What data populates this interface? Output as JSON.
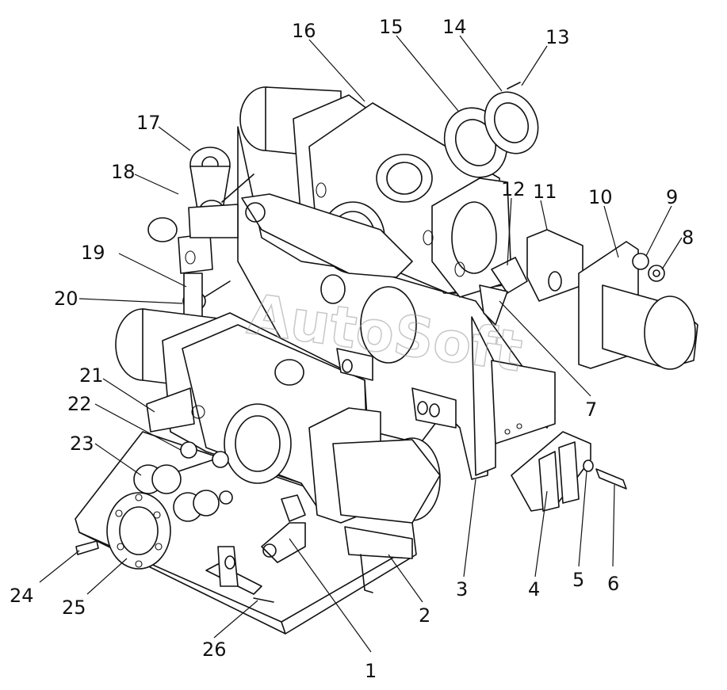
{
  "watermark": "AutoSoft",
  "callouts": [
    {
      "id": "c1",
      "label": "1"
    },
    {
      "id": "c2",
      "label": "2"
    },
    {
      "id": "c3",
      "label": "3"
    },
    {
      "id": "c4",
      "label": "4"
    },
    {
      "id": "c5",
      "label": "5"
    },
    {
      "id": "c6",
      "label": "6"
    },
    {
      "id": "c7",
      "label": "7"
    },
    {
      "id": "c8",
      "label": "8"
    },
    {
      "id": "c9",
      "label": "9"
    },
    {
      "id": "c10",
      "label": "10"
    },
    {
      "id": "c11",
      "label": "11"
    },
    {
      "id": "c12",
      "label": "12"
    },
    {
      "id": "c13",
      "label": "13"
    },
    {
      "id": "c14",
      "label": "14"
    },
    {
      "id": "c15",
      "label": "15"
    },
    {
      "id": "c16",
      "label": "16"
    },
    {
      "id": "c17",
      "label": "17"
    },
    {
      "id": "c18",
      "label": "18"
    },
    {
      "id": "c19",
      "label": "19"
    },
    {
      "id": "c20",
      "label": "20"
    },
    {
      "id": "c21",
      "label": "21"
    },
    {
      "id": "c22",
      "label": "22"
    },
    {
      "id": "c23",
      "label": "23"
    },
    {
      "id": "c24",
      "label": "24"
    },
    {
      "id": "c25",
      "label": "25"
    },
    {
      "id": "c26",
      "label": "26"
    }
  ]
}
